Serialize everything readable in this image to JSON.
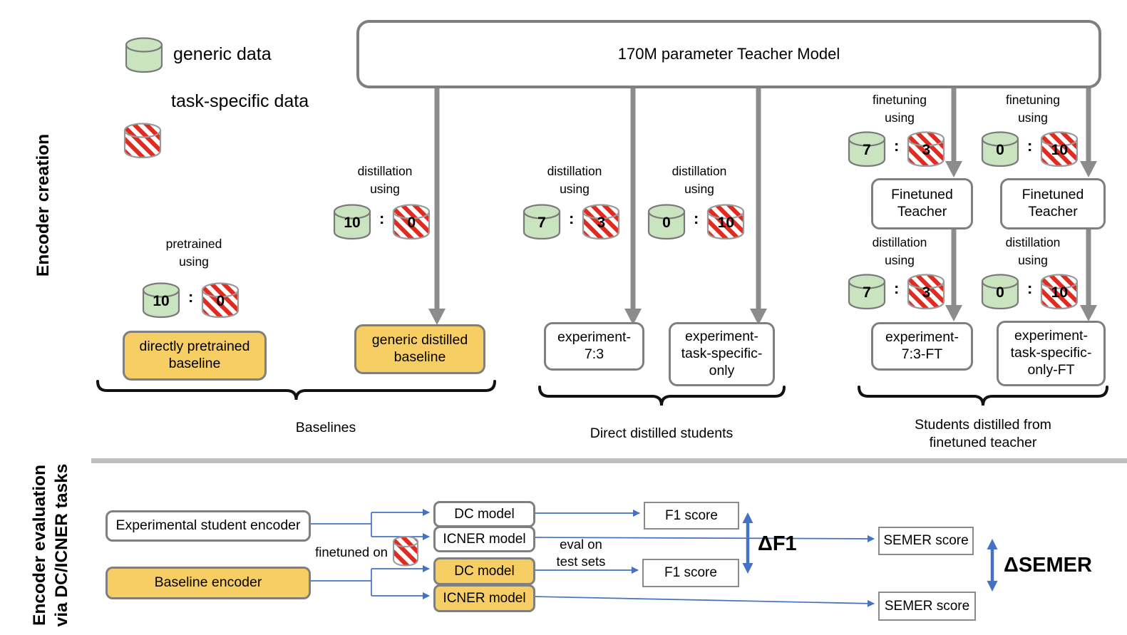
{
  "encoder_creation": {
    "side_label": "Encoder creation",
    "legend": {
      "generic_label": "generic data",
      "task_specific_label": "task-specific data"
    },
    "teacher_model_label": "170M parameter Teacher Model",
    "colon": ":",
    "columns": [
      {
        "caption": [
          "pretrained",
          "using"
        ],
        "generic": "10",
        "task": "0"
      },
      {
        "caption": [
          "distillation",
          "using"
        ],
        "generic": "10",
        "task": "0"
      },
      {
        "caption": [
          "distillation",
          "using"
        ],
        "generic": "7",
        "task": "3"
      },
      {
        "caption": [
          "distillation",
          "using"
        ],
        "generic": "0",
        "task": "10"
      },
      {
        "caption": [
          "finetuning",
          "using"
        ],
        "generic": "7",
        "task": "3"
      },
      {
        "caption": [
          "finetuning",
          "using"
        ],
        "generic": "0",
        "task": "10"
      },
      {
        "caption": [
          "distillation",
          "using"
        ],
        "generic": "7",
        "task": "3"
      },
      {
        "caption": [
          "distillation",
          "using"
        ],
        "generic": "0",
        "task": "10"
      }
    ],
    "boxes": {
      "directly_pretrained_baseline": [
        "directly pretrained",
        "baseline"
      ],
      "generic_distilled_baseline": [
        "generic distilled",
        "baseline"
      ],
      "experiment_73": [
        "experiment-",
        "7:3"
      ],
      "experiment_task_specific_only": [
        "experiment-",
        "task-specific-",
        "only"
      ],
      "finetuned_teacher": [
        "Finetuned",
        "Teacher"
      ],
      "experiment_73_ft": [
        "experiment-",
        "7:3-FT"
      ],
      "experiment_task_specific_only_ft": [
        "experiment-",
        "task-specific-",
        "only-FT"
      ]
    },
    "groups": {
      "baselines": "Baselines",
      "direct_distilled": "Direct distilled students",
      "students_finetuned": [
        "Students distilled from",
        "finetuned teacher"
      ]
    }
  },
  "encoder_evaluation": {
    "side_label": [
      "Encoder evaluation",
      "via DC/ICNER tasks"
    ],
    "experimental_encoder_label": "Experimental student encoder",
    "baseline_encoder_label": "Baseline encoder",
    "finetuned_on_label": "finetuned on",
    "eval_on_label": [
      "eval on",
      "test sets"
    ],
    "models": {
      "dc_experimental": "DC model",
      "icner_experimental": "ICNER model",
      "dc_baseline": "DC model",
      "icner_baseline": "ICNER model"
    },
    "scores": {
      "f1_experimental": "F1 score",
      "f1_baseline": "F1 score",
      "semer_experimental": "SEMER score",
      "semer_baseline": "SEMER score"
    },
    "delta_f1": "ΔF1",
    "delta_semer": "ΔSEMER"
  },
  "colors": {
    "highlight_yellow": "#F6CE63",
    "generic_green": "#C9E4BE",
    "task_stripe_red": "#E02B20",
    "box_border_gray": "#7F7F7F",
    "arrow_gray": "#8C8C8C",
    "connector_blue": "#4472C4",
    "divider_gray": "#BFBFBF"
  }
}
